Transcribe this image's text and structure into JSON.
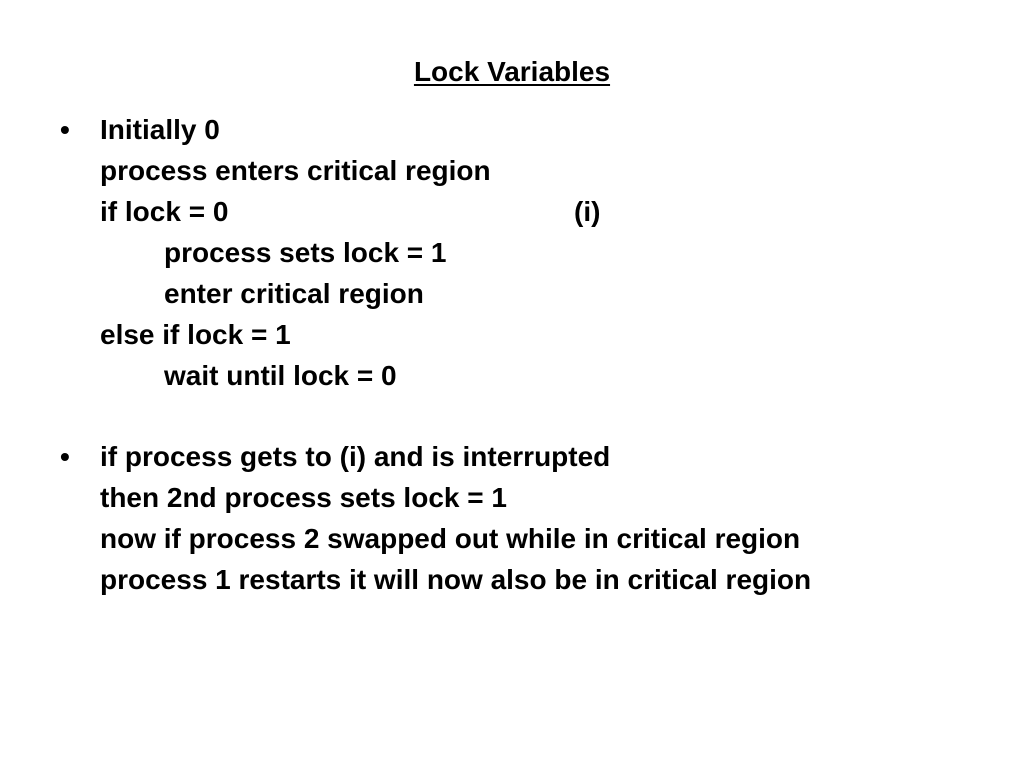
{
  "title": "Lock Variables",
  "bullet_char": "•",
  "sections": [
    {
      "lines": [
        "Initially 0",
        "process enters critical region",
        "if lock = 0",
        "process sets lock = 1",
        "enter critical region",
        "else if lock = 1",
        "wait until lock = 0"
      ],
      "marker": "(i)"
    },
    {
      "lines": [
        "if process gets to (i) and is interrupted",
        "then 2nd process sets lock = 1",
        "now if process 2 swapped out while in critical region",
        "process 1 restarts it will now also be in critical region"
      ]
    }
  ]
}
